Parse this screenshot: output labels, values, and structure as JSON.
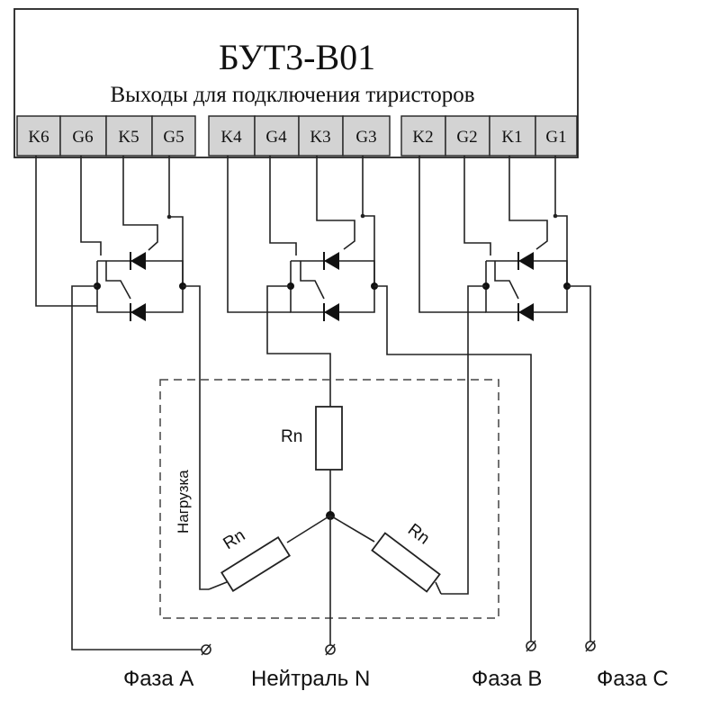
{
  "device": {
    "title": "БУТ3-В01",
    "subtitle": "Выходы для подключения тиристоров"
  },
  "terminals": [
    "K6",
    "G6",
    "K5",
    "G5",
    "K4",
    "G4",
    "K3",
    "G3",
    "K2",
    "G2",
    "K1",
    "G1"
  ],
  "load": {
    "label": "Нагрузка",
    "resistor_label": "Rn"
  },
  "outputs": {
    "phase_a": "Фаза А",
    "neutral": "Нейтраль N",
    "phase_b": "Фаза В",
    "phase_c": "Фаза С"
  },
  "colors": {
    "terminal_fill": "#d3d3d3",
    "line": "#222222"
  }
}
